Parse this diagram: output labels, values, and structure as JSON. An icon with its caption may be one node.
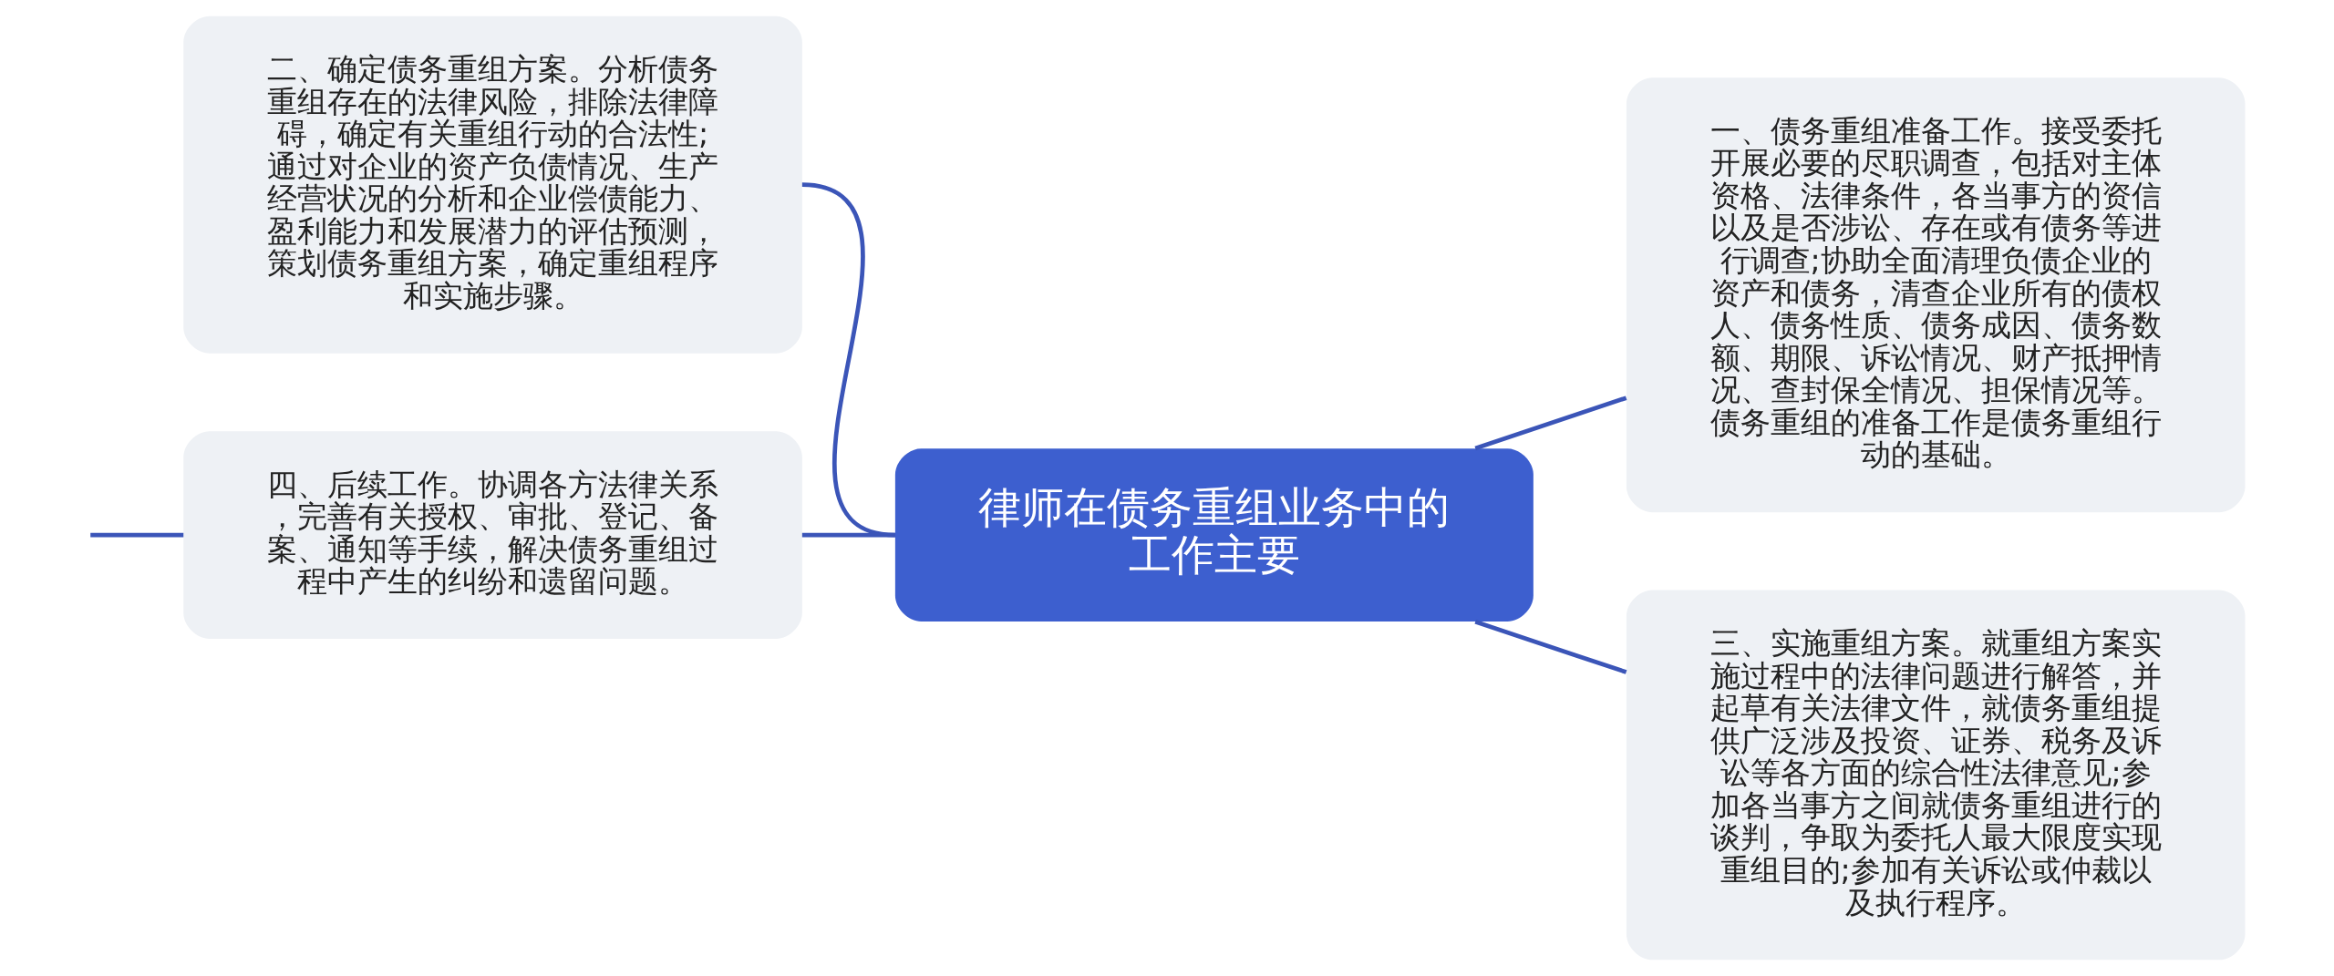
{
  "diagram": {
    "nodes": [
      {
        "text": [
          "律师在债务重组业务中的工作主要"
        ]
      },
      {
        "text": [
          "一、债务重组准备工作。接受委托开展必要的尽职调查，包括对主体资格、法律条件，各当事方的资信以及是否涉讼、存在或有债务等进行调查;协助全面清理负债企业的资产和债务，清查企业所有的债权人、债务性质、债务成因、债务数额、期限、诉讼情况、财产抵押情况、查封保全情况、担保情况等。债务重组的准备工作是债务重组行动的基础。"
        ]
      },
      {
        "text": [
          "二、确定债务重组方案。分析债务重组存在的法律风险，排除法律障碍，确定有关重组行动的合法性;通过对企业的资产负债情况、生产经营状况的分析和企业偿债能力、盈利能力和发展潜力的评估预测，策划债务重组方案，确定重组程序和实施步骤。"
        ]
      },
      {
        "text": [
          "三、实施重组方案。就重组方案实施过程中的法律问题进行解答，并起草有关法律文件，就债务重组提供广泛涉及投资、证券、税务及诉讼等各方面的综合性法律意见;参加各当事方之间就债务重组进行的谈判，争取为委托人最大限度实现重组目的;参加有关诉讼或仲裁以及执行程序。"
        ]
      },
      {
        "text": [
          "四、后续工作。协调各方法律关系，完善有关授权、审批、登记、备案、通知等手续，解决债务重组过程中产生的纠纷和遗留问题。"
        ]
      }
    ],
    "edges": [
      {
        "from": 0,
        "to": 1,
        "arrow": "none"
      },
      {
        "from": 0,
        "to": 2,
        "arrow": "none"
      },
      {
        "from": 0,
        "to": 3,
        "arrow": "none"
      },
      {
        "from": 0,
        "to": 4,
        "arrow": "none"
      },
      {
        "from": 4,
        "to": null,
        "arrow": "none"
      }
    ]
  }
}
